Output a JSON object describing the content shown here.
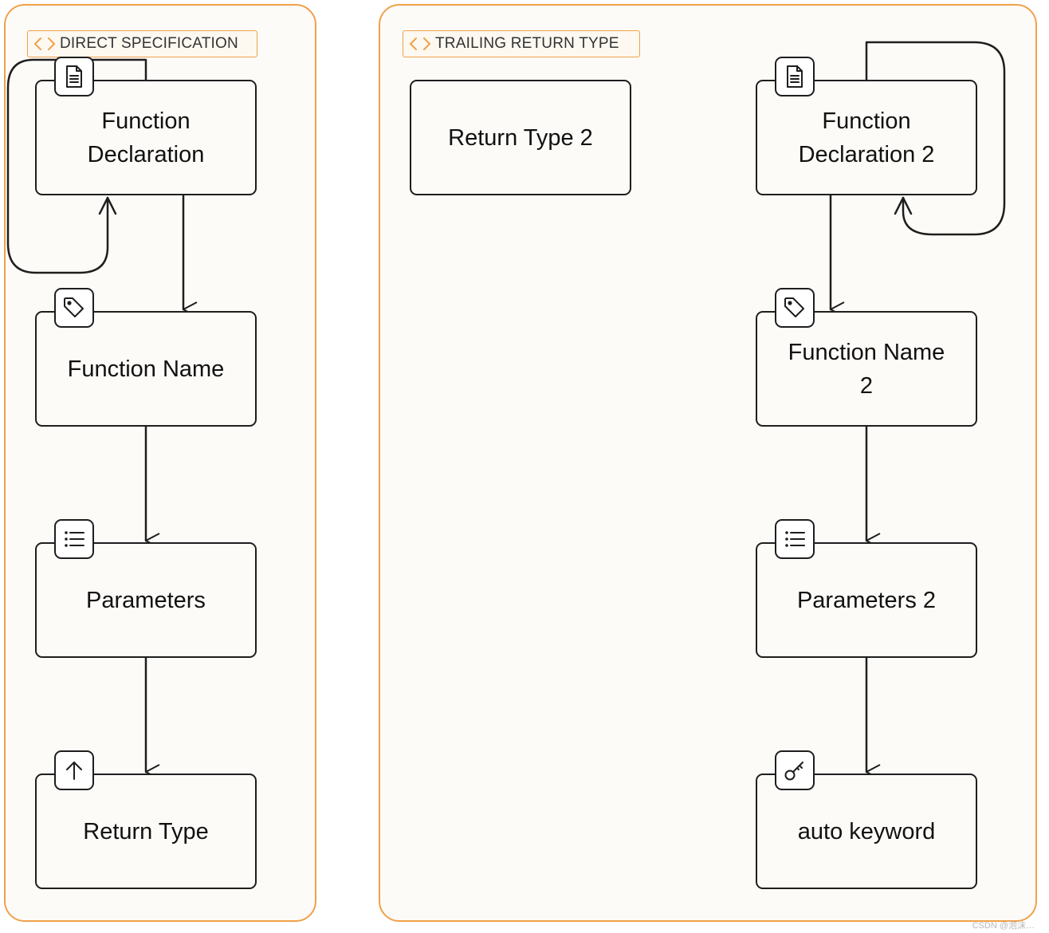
{
  "groups": {
    "direct": {
      "label": "DIRECT SPECIFICATION"
    },
    "trailing": {
      "label": "TRAILING RETURN TYPE"
    }
  },
  "nodes": {
    "function_declaration": {
      "label": "Function Declaration",
      "icon": "document-icon"
    },
    "function_name": {
      "label": "Function Name",
      "icon": "tag-icon"
    },
    "parameters": {
      "label": "Parameters",
      "icon": "list-icon"
    },
    "return_type": {
      "label": "Return Type",
      "icon": "arrow-up-icon"
    },
    "return_type_2": {
      "label": "Return Type 2"
    },
    "function_declaration_2": {
      "label": "Function Declaration 2",
      "icon": "document-icon"
    },
    "function_name_2": {
      "label": "Function Name 2",
      "icon": "tag-icon"
    },
    "parameters_2": {
      "label": "Parameters 2",
      "icon": "list-icon"
    },
    "auto_keyword": {
      "label": "auto keyword",
      "icon": "key-icon"
    }
  },
  "edges": [
    {
      "from": "function_declaration",
      "to": "function_declaration"
    },
    {
      "from": "function_declaration",
      "to": "function_name"
    },
    {
      "from": "function_name",
      "to": "parameters"
    },
    {
      "from": "parameters",
      "to": "return_type"
    },
    {
      "from": "function_declaration_2",
      "to": "function_declaration_2"
    },
    {
      "from": "function_declaration_2",
      "to": "function_name_2"
    },
    {
      "from": "function_name_2",
      "to": "parameters_2"
    },
    {
      "from": "parameters_2",
      "to": "auto_keyword"
    }
  ],
  "colors": {
    "group_border": "#f0a14a",
    "node_border": "#1e1e1e",
    "background": "#fcfbf8"
  },
  "watermark": "CSDN @泡沫…"
}
